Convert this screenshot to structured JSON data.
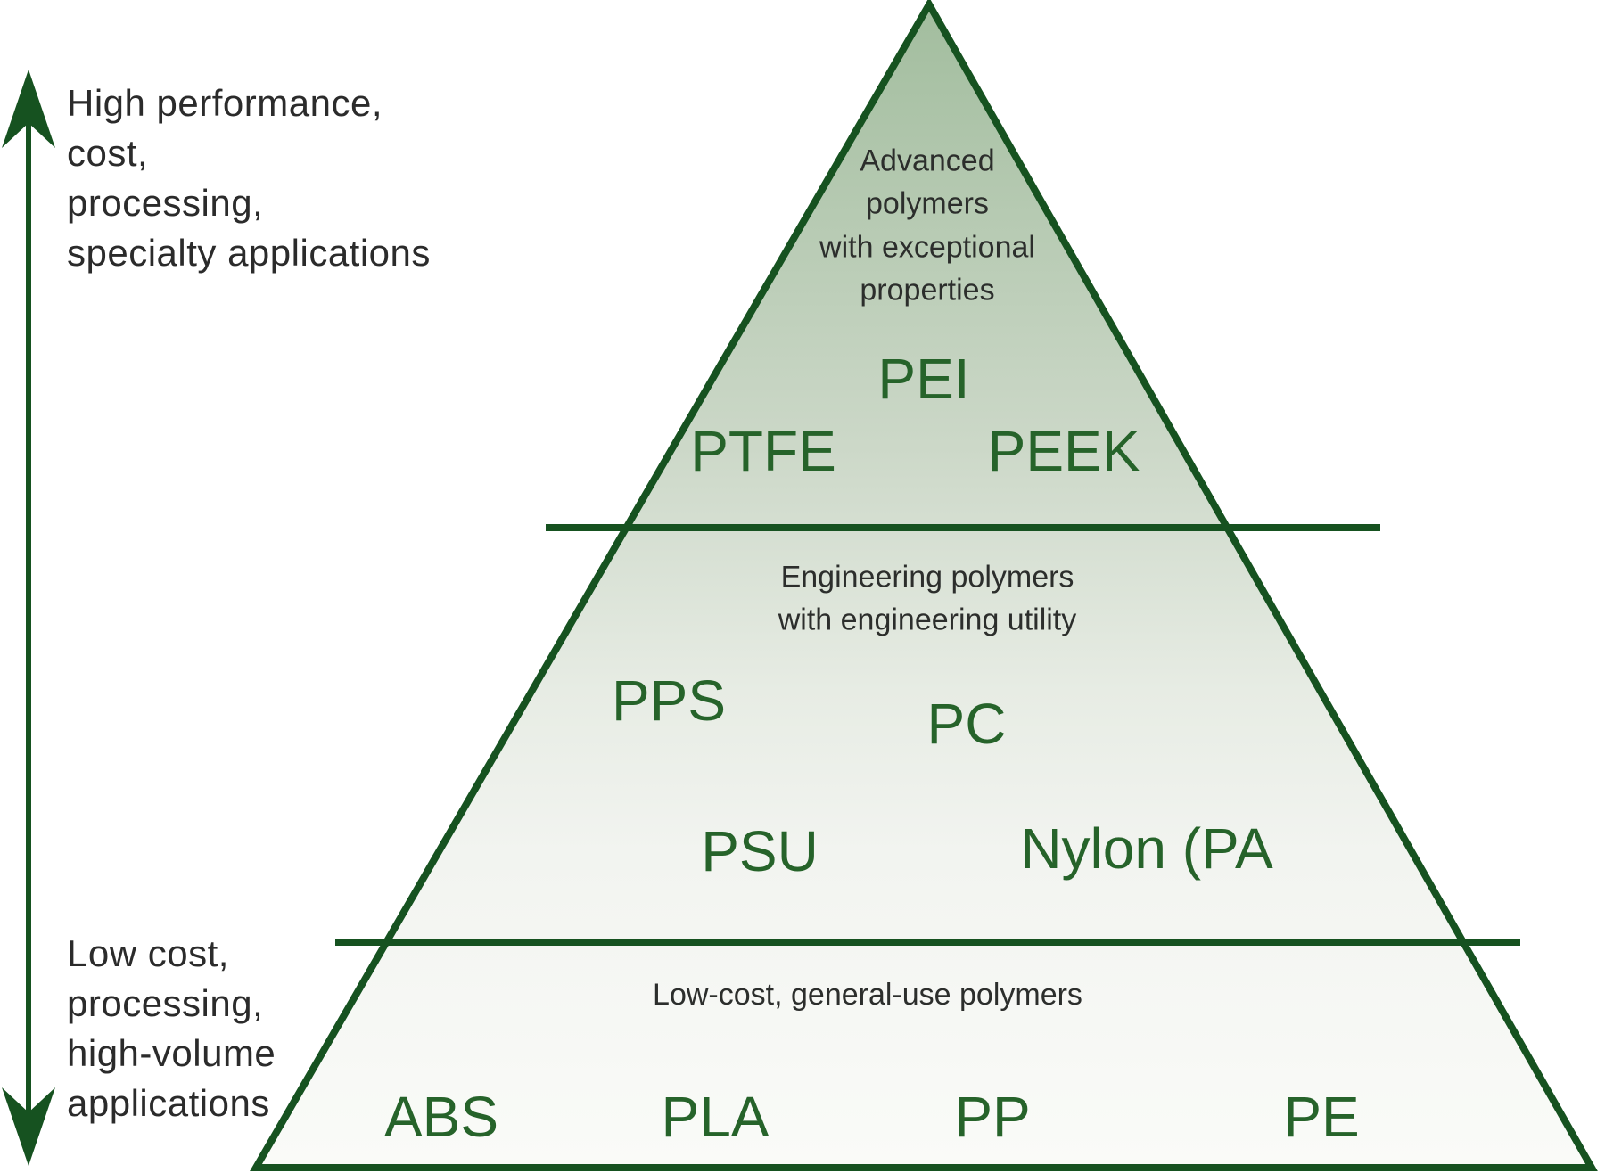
{
  "figure": {
    "kind": "polymer-pyramid-diagram"
  },
  "axis": {
    "high_label": "High performance,\ncost,\nprocessing,\nspecialty applications",
    "low_label": "Low cost,\nprocessing,\nhigh-volume\napplications"
  },
  "tiers": [
    {
      "level": "top",
      "description": "Advanced\npolymers\nwith exceptional\nproperties",
      "materials": [
        "PEI",
        "PTFE",
        "PEEK"
      ]
    },
    {
      "level": "middle",
      "description": "Engineering polymers\nwith engineering utility",
      "materials": [
        "PPS",
        "PC",
        "PSU",
        "Nylon (PA"
      ]
    },
    {
      "level": "bottom",
      "description": "Low-cost, general-use polymers",
      "materials": [
        "ABS",
        "PLA",
        "PP",
        "PE"
      ]
    }
  ],
  "colors": {
    "outline_green": "#165220",
    "material_text_green": "#26632a",
    "dark_text": "#2b2b2b",
    "gradient_top": "#a2bd9e",
    "gradient_upper_mid": "#ccd8c8",
    "gradient_mid": "#e7ece4",
    "gradient_lower_mid": "#f2f4f0",
    "gradient_bottom": "#fafbf8"
  }
}
